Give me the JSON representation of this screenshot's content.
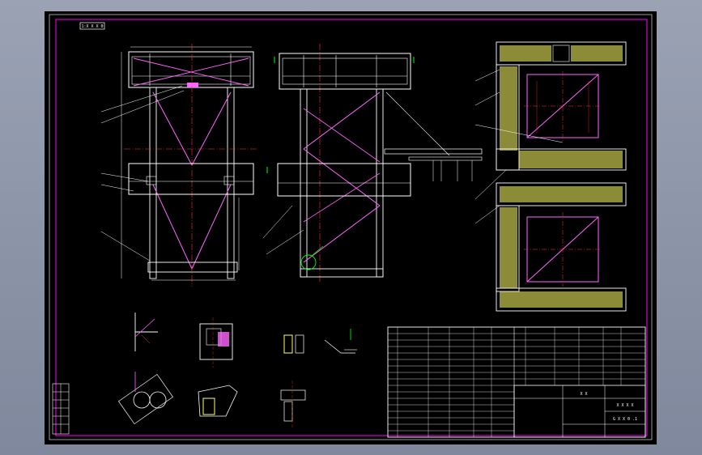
{
  "drawing": {
    "title_box": "1:X X X 0",
    "colors": {
      "background": "#000000",
      "frame": "#ff00ff",
      "structure": "#ffffff",
      "centerline": "#ff3333",
      "bracing": "#ff66ff",
      "hatch": "#ffff66",
      "leader": "#00ff00"
    }
  },
  "title_block": {
    "drawing_no": "G X X 0 .1",
    "name": "X X",
    "part_name": "X X X X"
  }
}
